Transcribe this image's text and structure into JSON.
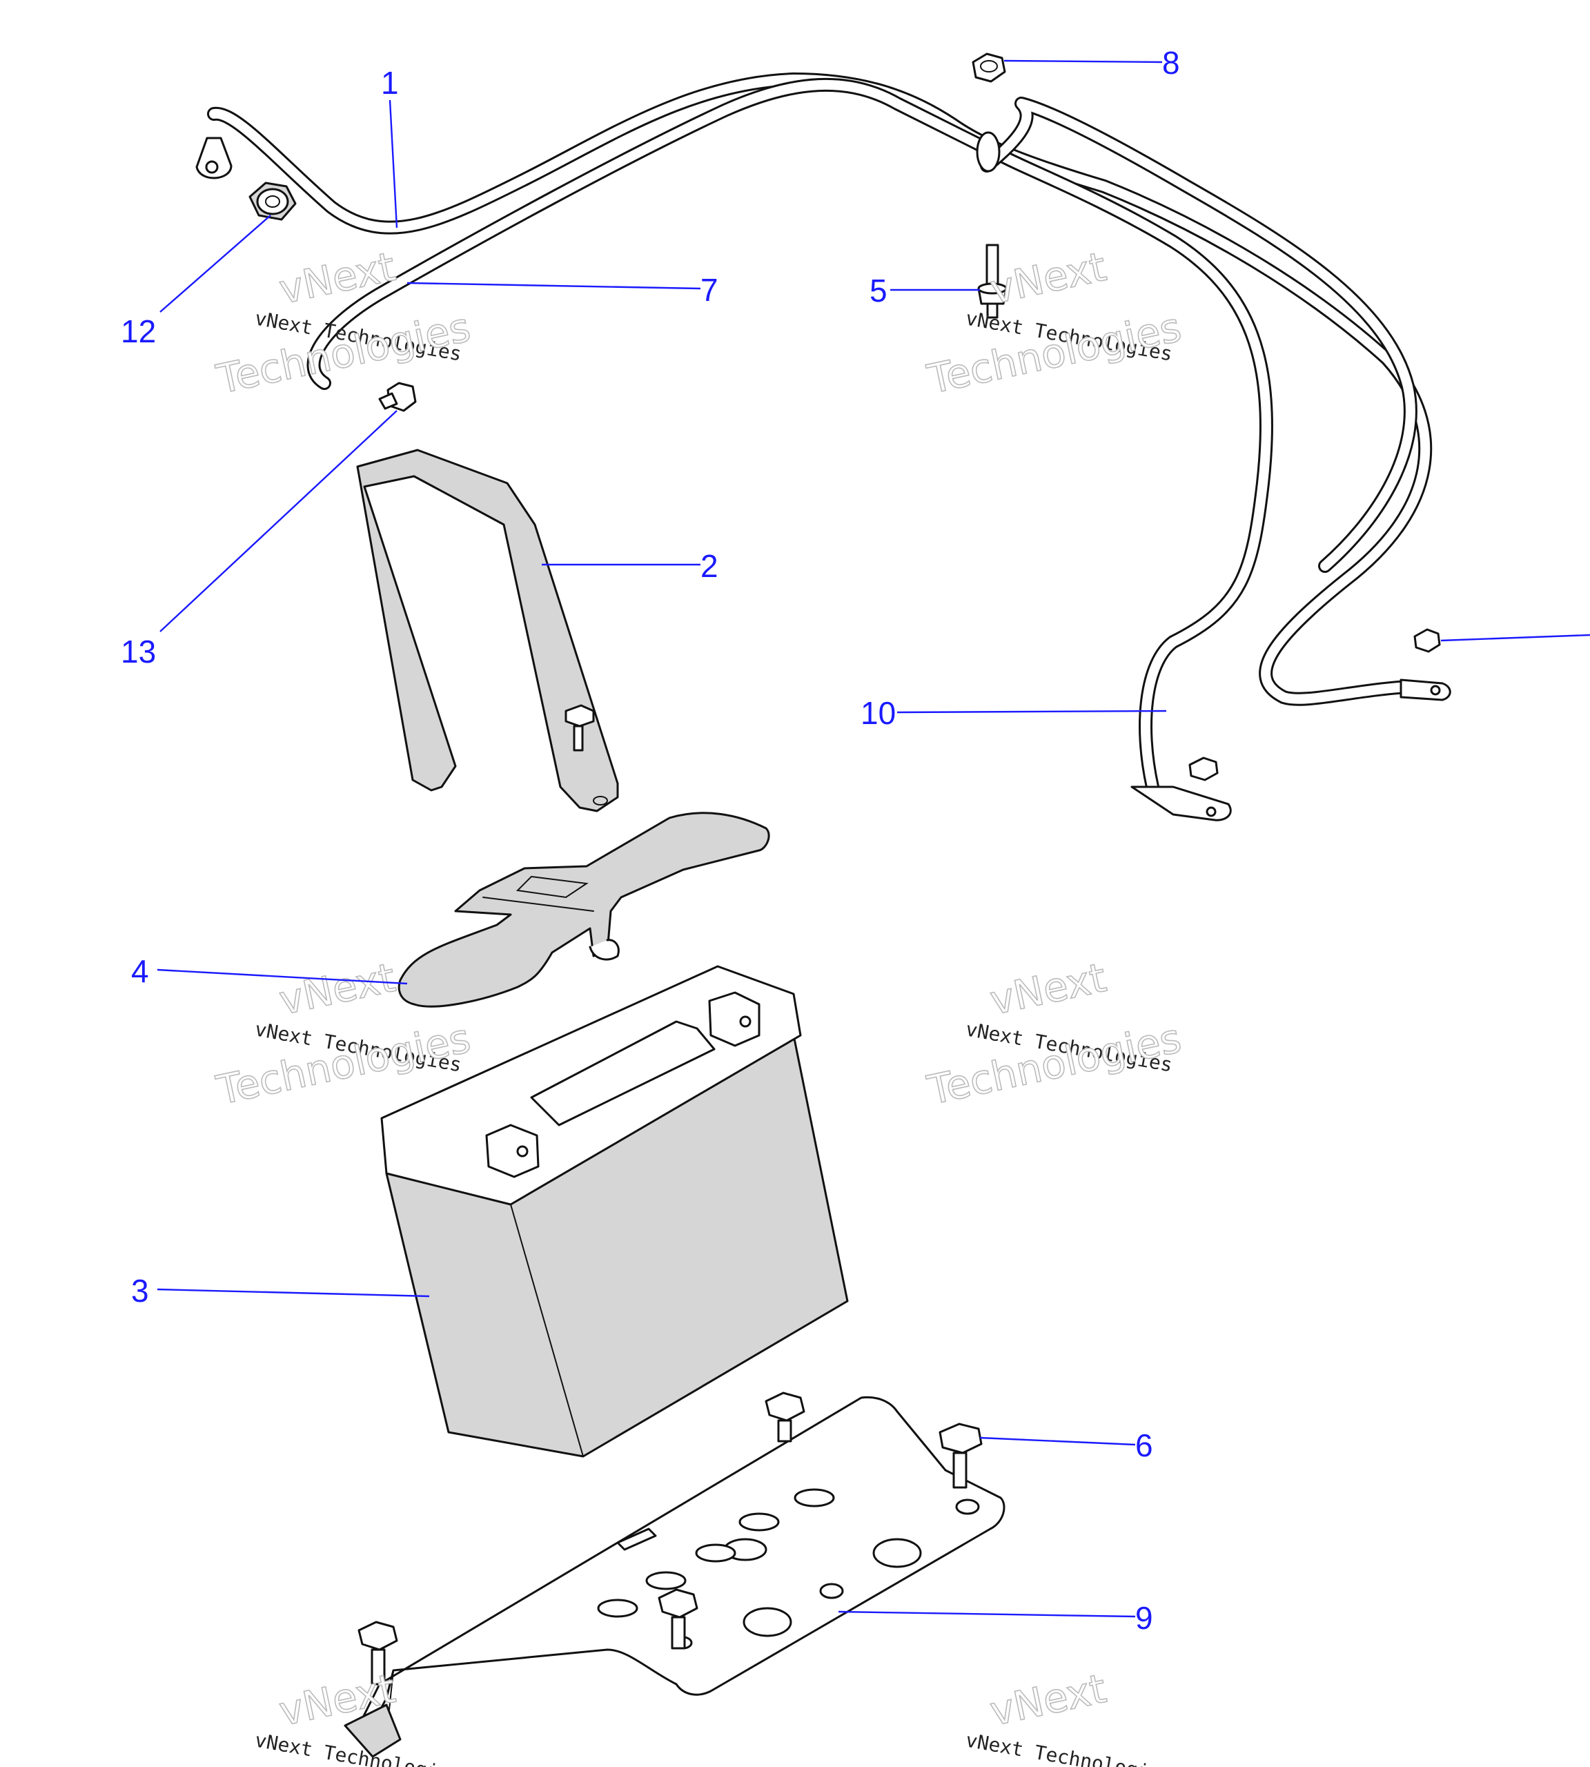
{
  "callouts": [
    {
      "id": "1",
      "label": "1"
    },
    {
      "id": "2",
      "label": "2"
    },
    {
      "id": "3",
      "label": "3"
    },
    {
      "id": "4",
      "label": "4"
    },
    {
      "id": "5",
      "label": "5"
    },
    {
      "id": "6",
      "label": "6"
    },
    {
      "id": "7",
      "label": "7"
    },
    {
      "id": "8",
      "label": "8"
    },
    {
      "id": "9",
      "label": "9"
    },
    {
      "id": "10",
      "label": "10"
    },
    {
      "id": "12",
      "label": "12"
    },
    {
      "id": "13",
      "label": "13"
    }
  ],
  "watermark": {
    "line_small": "vNext Technologies",
    "line_big_1": "vNext",
    "line_big_2": "Technologies"
  }
}
